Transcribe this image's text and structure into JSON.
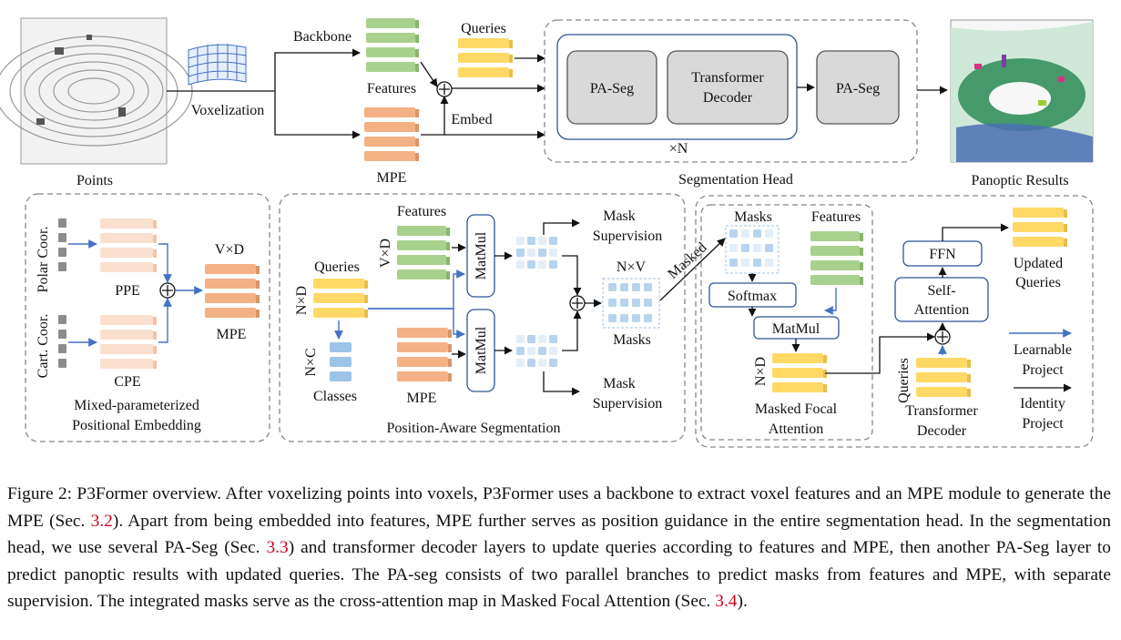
{
  "figure": {
    "top": {
      "points_label": "Points",
      "voxelization_label": "Voxelization",
      "backbone_label": "Backbone",
      "features_label": "Features",
      "queries_label": "Queries",
      "embed_label": "Embed",
      "mpe_label": "MPE",
      "paseg1_label": "PA-Seg",
      "transformer_decoder_label": "Transformer Decoder",
      "paseg2_label": "PA-Seg",
      "xn_label": "×N",
      "segmentation_head_label": "Segmentation Head",
      "panoptic_label": "Panoptic Results"
    },
    "mpe_panel": {
      "polar_label": "Polar Coor.",
      "cart_label": "Cart. Coor.",
      "ppe_label": "PPE",
      "cpe_label": "CPE",
      "vxd_label": "V×D",
      "mpe_label": "MPE",
      "title_line1": "Mixed-parameterized",
      "title_line2": "Positional Embedding"
    },
    "paseg_panel": {
      "features_label": "Features",
      "vxd_label": "V×D",
      "queries_label": "Queries",
      "nxd_label": "N×D",
      "nxc_label": "N×C",
      "classes_label": "Classes",
      "mpe_label": "MPE",
      "matmul_top": "MatMul",
      "matmul_bottom": "MatMul",
      "mask_sup_top_line1": "Mask",
      "mask_sup_top_line2": "Supervision",
      "nxv_label": "N×V",
      "masks_label": "Masks",
      "mask_sup_bottom_line1": "Mask",
      "mask_sup_bottom_line2": "Supervision",
      "title": "Position-Aware Segmentation"
    },
    "mfa_panel": {
      "masked_label": "Masked",
      "masks_label": "Masks",
      "features_label": "Features",
      "softmax_label": "Softmax",
      "matmul_label": "MatMul",
      "nxd_label": "N×D",
      "title_line1": "Masked Focal",
      "title_line2": "Attention",
      "ffn_label": "FFN",
      "self_attn_line1": "Self-",
      "self_attn_line2": "Attention",
      "queries_label": "Queries",
      "td_line1": "Transformer",
      "td_line2": "Decoder",
      "updated_line1": "Updated",
      "updated_line2": "Queries",
      "legend_learnable_line1": "Learnable",
      "legend_learnable_line2": "Project",
      "legend_identity_line1": "Identity",
      "legend_identity_line2": "Project"
    },
    "colors": {
      "features_green": "#a9d18e",
      "queries_yellow": "#ffd966",
      "mpe_orange": "#f4b183",
      "ppe_pink": "#f8cbad",
      "classes_blue": "#9dc3e6",
      "learnable_arrow": "#4472c4",
      "module_gray": "#d9d9d9",
      "panoptic_green": "#2e8b57",
      "panoptic_blue": "#4a6fb5"
    }
  },
  "caption": {
    "part1": "Figure 2: P3Former  overview. After voxelizing points into voxels, P3Former uses a backbone to extract voxel features and an MPE module to generate the MPE (Sec. ",
    "ref1": "3.2",
    "part2": "). Apart from being embedded into features, MPE further serves as position guidance in the entire segmentation head. In the segmentation head, we use several PA-Seg (Sec. ",
    "ref2": "3.3",
    "part3": ") and transformer decoder layers to update queries according to features and MPE, then another PA-Seg layer to predict panoptic results with updated queries. The PA-seg consists of two parallel branches to predict masks from features and MPE, with separate supervision. The integrated masks serve as the cross-attention map in Masked Focal Attention (Sec. ",
    "ref3": "3.4",
    "part4": ")."
  }
}
